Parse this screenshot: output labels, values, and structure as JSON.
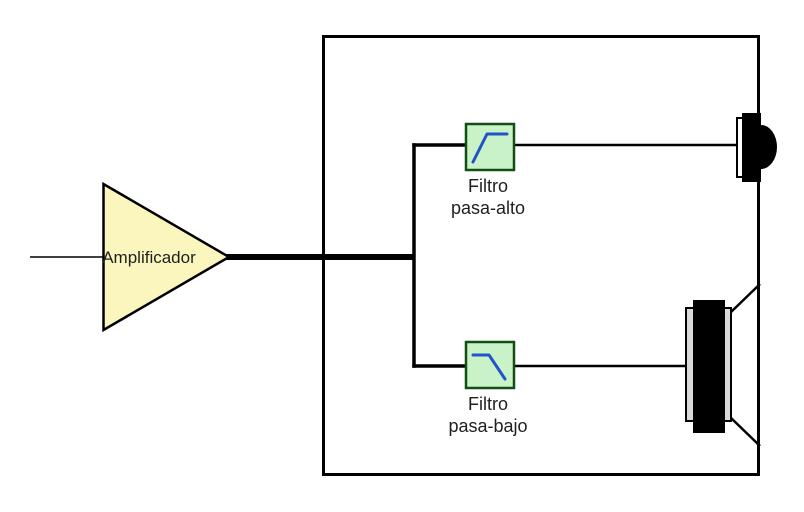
{
  "diagram": {
    "type": "audio-crossover-block-diagram",
    "amplifier": {
      "label": "Amplificador"
    },
    "high_pass_filter": {
      "label_line1": "Filtro",
      "label_line2": "pasa-alto",
      "response_icon": "rising-then-flat-curve"
    },
    "low_pass_filter": {
      "label_line1": "Filtro",
      "label_line2": "pasa-bajo",
      "response_icon": "flat-then-falling-curve"
    },
    "speakers": {
      "tweeter_icon": "dome-tweeter",
      "woofer_icon": "cone-woofer"
    },
    "colors": {
      "background": "#FFFFFF",
      "line_black": "#000000",
      "text": "#1F1F1F",
      "amplifier_fill": "#FBF5BE",
      "filter_fill": "#C9F2C9",
      "filter_border": "#134F13",
      "curve_blue": "#2353C8",
      "speaker_frame_gray": "#D9D9D9"
    }
  }
}
